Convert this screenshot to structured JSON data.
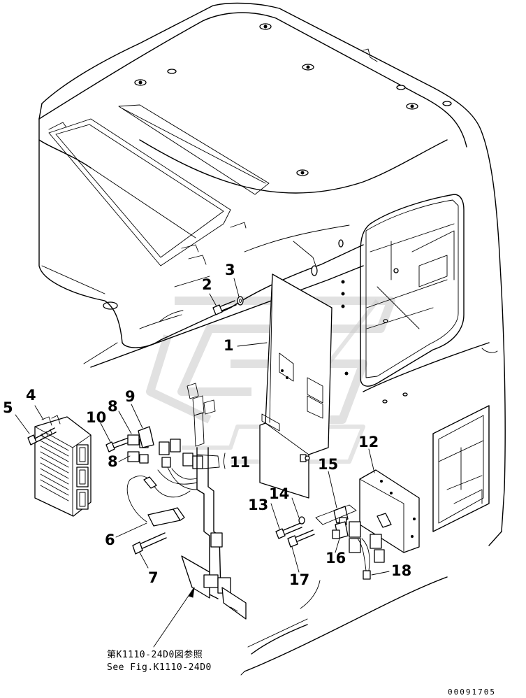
{
  "parts_diagram": {
    "callouts": [
      {
        "id": "c1",
        "label": "1"
      },
      {
        "id": "c2",
        "label": "2"
      },
      {
        "id": "c3",
        "label": "3"
      },
      {
        "id": "c4",
        "label": "4"
      },
      {
        "id": "c5",
        "label": "5"
      },
      {
        "id": "c6",
        "label": "6"
      },
      {
        "id": "c7",
        "label": "7"
      },
      {
        "id": "c8a",
        "label": "8"
      },
      {
        "id": "c8b",
        "label": "8"
      },
      {
        "id": "c9",
        "label": "9"
      },
      {
        "id": "c10",
        "label": "10"
      },
      {
        "id": "c11",
        "label": "11"
      },
      {
        "id": "c12",
        "label": "12"
      },
      {
        "id": "c13",
        "label": "13"
      },
      {
        "id": "c14",
        "label": "14"
      },
      {
        "id": "c15",
        "label": "15"
      },
      {
        "id": "c16",
        "label": "16"
      },
      {
        "id": "c17",
        "label": "17"
      },
      {
        "id": "c18",
        "label": "18"
      }
    ],
    "reference_note_jp": "第K1110-24D0図参照",
    "reference_note_en": "See Fig.K1110-24D0",
    "drawing_number": "00091705",
    "watermark_icon": "logo-watermark"
  }
}
